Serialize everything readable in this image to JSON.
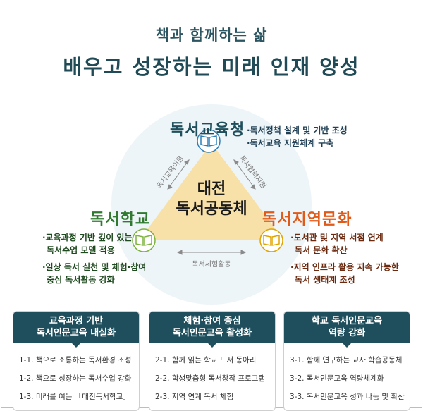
{
  "title": {
    "subtitle": "책과 함께하는 삶",
    "main": "배우고 성장하는 미래 인재 양성"
  },
  "center": {
    "line1": "대전",
    "line2": "독서공동체"
  },
  "nodes": {
    "top": {
      "title": "독서교육청",
      "color": "#1f4f5c",
      "bullets": [
        "·독서정책 설계 및 기반 조성",
        "·독서교육 지원체계 구축"
      ]
    },
    "left": {
      "title": "독서학교",
      "color": "#2f7a2f",
      "bullets": [
        "·교육과정 기반 깊이 있는",
        "독서수업 모델 적용",
        "·일상 독서 실천 및 체험·참여",
        "중심 독서활동 강화"
      ]
    },
    "right": {
      "title": "독서지역문화",
      "color": "#e05a1a",
      "bullets": [
        "·도서관 및 지역 서점 연계",
        "독서 문화 확산",
        "·지역 인프라 활용 지속 가능한",
        "독서 생태계 조성"
      ]
    }
  },
  "edges": {
    "left": "독서교육이음",
    "right": "독서협력지원",
    "bottom": "독서체험활동"
  },
  "cards": [
    {
      "title_line1": "교육과정 기반",
      "title_line2": "독서인문교육 내실화",
      "items": [
        "1-1. 책으로 소통하는 독서환경 조성",
        "1-2. 책으로 성장하는 독서수업 강화",
        "1-3. 미래를 여는 「대전독서학교」"
      ]
    },
    {
      "title_line1": "체험·참여 중심",
      "title_line2": "독서인문교육 활성화",
      "items": [
        "2-1. 함께 읽는 학교 도서 동아리",
        "2-2. 학생맞춤형 독서창작 프로그램",
        "2-3. 지역 연계 독서 체험"
      ]
    },
    {
      "title_line1": "학교 독서인문교육",
      "title_line2": "역량 강화",
      "items": [
        "3-1. 함께 연구하는 교사 학습공동체",
        "3-2. 독서인문교육 역량체계화",
        "3-3. 독서인문교육 성과 나눔 및 확산"
      ]
    }
  ],
  "colors": {
    "circle": "#eef5f8",
    "triangle": "#f8e1a8",
    "header": "#1f4f5c",
    "left_bullets": "#1f4a1f",
    "right_bullets": "#6b2a10",
    "top_bullets": "#1f3f55"
  }
}
